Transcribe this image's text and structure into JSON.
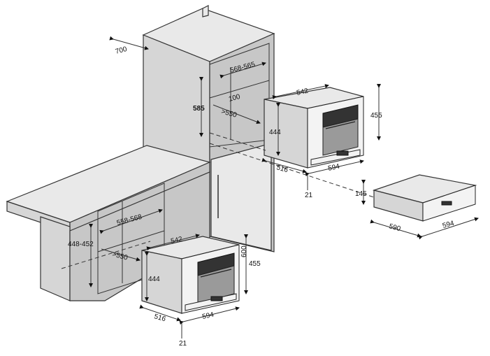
{
  "dimensions": {
    "tall_cabinet_depth": "700",
    "niche_width_upper": "568-565",
    "niche_offset_upper": "100",
    "niche_height_upper": "585",
    "niche_depth_upper": ">550",
    "oven_upper_depth": "542",
    "oven_upper_height": "455",
    "oven_upper_inner_height": "444",
    "oven_upper_side_depth": "516",
    "oven_upper_width": "594",
    "oven_upper_front": "21",
    "drawer_height": "145",
    "drawer_depth": "590",
    "drawer_width": "594",
    "counter_niche_width": "558-568",
    "counter_niche_height": "448-452",
    "counter_niche_depth": ">550",
    "oven_lower_depth": "542",
    "oven_lower_niche": "600",
    "oven_lower_height": "455",
    "oven_lower_inner_height": "444",
    "oven_lower_side_depth": "516",
    "oven_lower_width": "594",
    "oven_lower_front": "21"
  }
}
